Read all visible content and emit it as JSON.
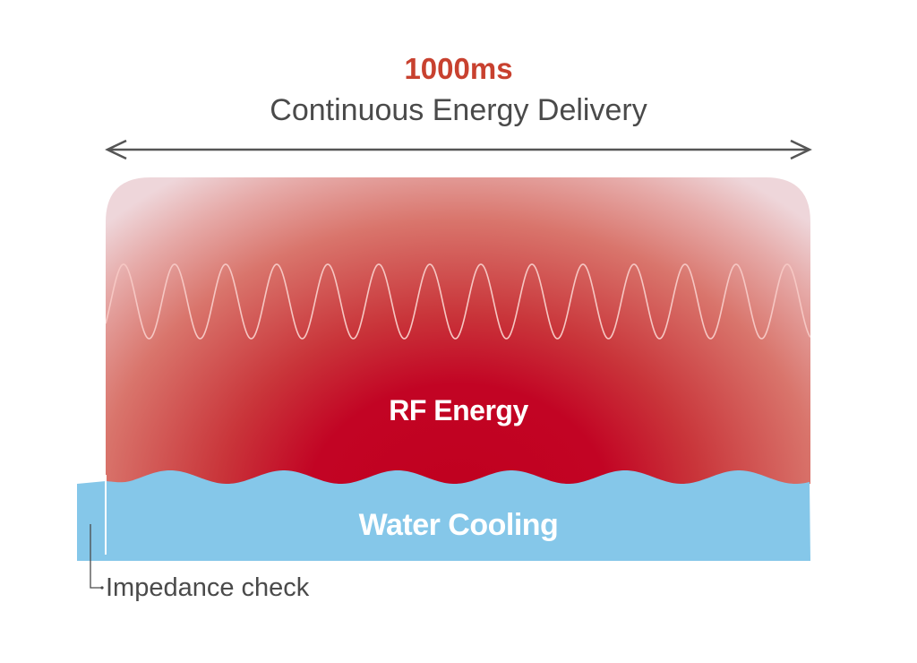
{
  "header": {
    "duration": "1000ms",
    "subtitle": "Continuous Energy Delivery"
  },
  "zones": {
    "rf_label": "RF Energy",
    "water_label": "Water Cooling"
  },
  "annotations": {
    "impedance_check": "Impedance check"
  },
  "icons": {
    "span_arrow": "double-headed-arrow",
    "rf_waveform": "sine-wave"
  },
  "colors": {
    "duration_text": "#c8412f",
    "body_text": "#4a4a4a",
    "rf_core": "#c0001f",
    "rf_mid": "#c9353a",
    "rf_edge": "#eed4d8",
    "water": "#85c7e9",
    "arrow": "#555555"
  }
}
